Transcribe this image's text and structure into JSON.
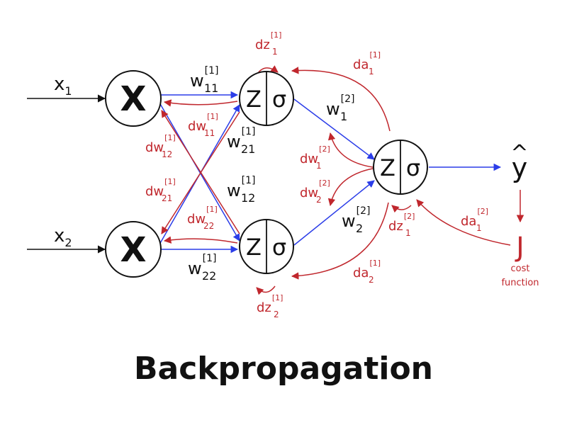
{
  "title": "Backpropagation",
  "colors": {
    "forward": "#2b3de8",
    "backward": "#c0272d",
    "ink": "#111111"
  },
  "nodes": {
    "input_op": "X",
    "z": "Z",
    "sigma": "σ"
  },
  "inputs": [
    {
      "base": "x",
      "sub": "1"
    },
    {
      "base": "x",
      "sub": "2"
    }
  ],
  "output": {
    "y_hat": "y",
    "hat": "^"
  },
  "cost": {
    "symbol": "J",
    "line1": "cost",
    "line2": "function"
  },
  "weights": {
    "w11": {
      "base": "w",
      "sub": "11",
      "sup": "[1]"
    },
    "w21": {
      "base": "w",
      "sub": "21",
      "sup": "[1]"
    },
    "w12": {
      "base": "w",
      "sub": "12",
      "sup": "[1]"
    },
    "w22": {
      "base": "w",
      "sub": "22",
      "sup": "[1]"
    },
    "w1_2": {
      "base": "w",
      "sub": "1",
      "sup": "[2]"
    },
    "w2_2": {
      "base": "w",
      "sub": "2",
      "sup": "[2]"
    }
  },
  "gradients": {
    "dz1_1": {
      "base": "dz",
      "sub": "1",
      "sup": "[1]"
    },
    "dz2_1": {
      "base": "dz",
      "sub": "2",
      "sup": "[1]"
    },
    "da1_1": {
      "base": "da",
      "sub": "1",
      "sup": "[1]"
    },
    "da2_1": {
      "base": "da",
      "sub": "2",
      "sup": "[1]"
    },
    "dw11": {
      "base": "dw",
      "sub": "11",
      "sup": "[1]"
    },
    "dw12": {
      "base": "dw",
      "sub": "12",
      "sup": "[1]"
    },
    "dw21": {
      "base": "dw",
      "sub": "21",
      "sup": "[1]"
    },
    "dw22": {
      "base": "dw",
      "sub": "22",
      "sup": "[1]"
    },
    "dw1_2": {
      "base": "dw",
      "sub": "1",
      "sup": "[2]"
    },
    "dw2_2": {
      "base": "dw",
      "sub": "2",
      "sup": "[2]"
    },
    "dz1_2": {
      "base": "dz",
      "sub": "1",
      "sup": "[2]"
    },
    "da1_2": {
      "base": "da",
      "sub": "1",
      "sup": "[2]"
    }
  }
}
